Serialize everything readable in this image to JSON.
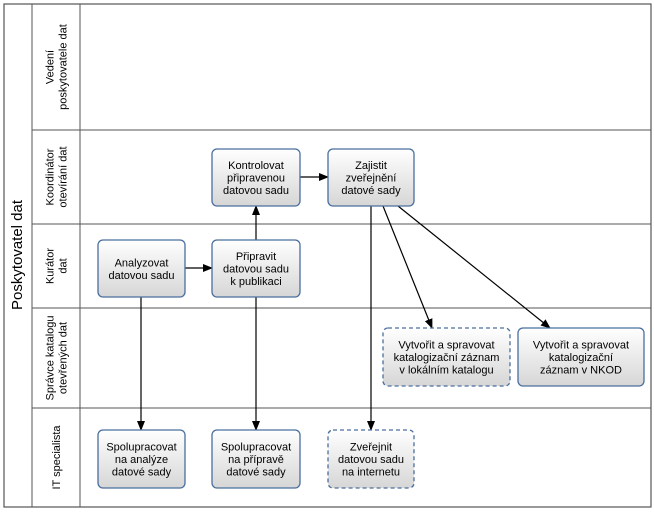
{
  "pool": {
    "title": "Poskytovatel dat"
  },
  "lanes": [
    {
      "id": "vedeni",
      "lines": [
        "Vedení",
        "poskytovatele dat"
      ]
    },
    {
      "id": "koordinator",
      "lines": [
        "Koordinátor",
        "otevírání dat"
      ]
    },
    {
      "id": "kurator",
      "lines": [
        "Kurátor",
        "dat"
      ]
    },
    {
      "id": "spravce",
      "lines": [
        "Správce katalogu",
        "otevřených dat"
      ]
    },
    {
      "id": "it",
      "lines": [
        "IT specialista"
      ]
    }
  ],
  "tasks": [
    {
      "id": "kontrolovat",
      "lines": [
        "Kontrolovat",
        "připravenou",
        "datovou sadu"
      ],
      "style": "solid"
    },
    {
      "id": "zajistit",
      "lines": [
        "Zajistit",
        "zveřejnění",
        "datové sady"
      ],
      "style": "solid"
    },
    {
      "id": "analyzovat",
      "lines": [
        "Analyzovat",
        "datovou sadu"
      ],
      "style": "solid"
    },
    {
      "id": "pripravit",
      "lines": [
        "Připravit",
        "datovou sadu",
        "k publikaci"
      ],
      "style": "solid"
    },
    {
      "id": "vytvorit-lokalni",
      "lines": [
        "Vytvořit a spravovat",
        "katalogizační záznam",
        "v lokálním katalogu"
      ],
      "style": "dashed"
    },
    {
      "id": "vytvorit-nkod",
      "lines": [
        "Vytvořit a spravovat",
        "katalogizační",
        "záznam v NKOD"
      ],
      "style": "solid"
    },
    {
      "id": "spolupracovat-analyze",
      "lines": [
        "Spolupracovat",
        "na analýze",
        "datové sady"
      ],
      "style": "solid"
    },
    {
      "id": "spolupracovat-priprave",
      "lines": [
        "Spolupracovat",
        "na přípravě",
        "datové sady"
      ],
      "style": "solid"
    },
    {
      "id": "zverejnit",
      "lines": [
        "Zveřejnit",
        "datovou sadu",
        "na internetu"
      ],
      "style": "dashed"
    }
  ],
  "flows": [
    {
      "from": "analyzovat",
      "to": "pripravit"
    },
    {
      "from": "pripravit",
      "to": "kontrolovat"
    },
    {
      "from": "kontrolovat",
      "to": "zajistit"
    },
    {
      "from": "zajistit",
      "to": "vytvorit-lokalni"
    },
    {
      "from": "zajistit",
      "to": "vytvorit-nkod"
    },
    {
      "from": "zajistit",
      "to": "zverejnit"
    },
    {
      "from": "analyzovat",
      "to": "spolupracovat-analyze"
    },
    {
      "from": "pripravit",
      "to": "spolupracovat-priprave"
    }
  ],
  "colors": {
    "border": "#555555",
    "task_border": "#4a6f9e",
    "task_fill_top": "#ffffff",
    "task_fill_bottom": "#d6d6d6",
    "arrow": "#000000"
  }
}
